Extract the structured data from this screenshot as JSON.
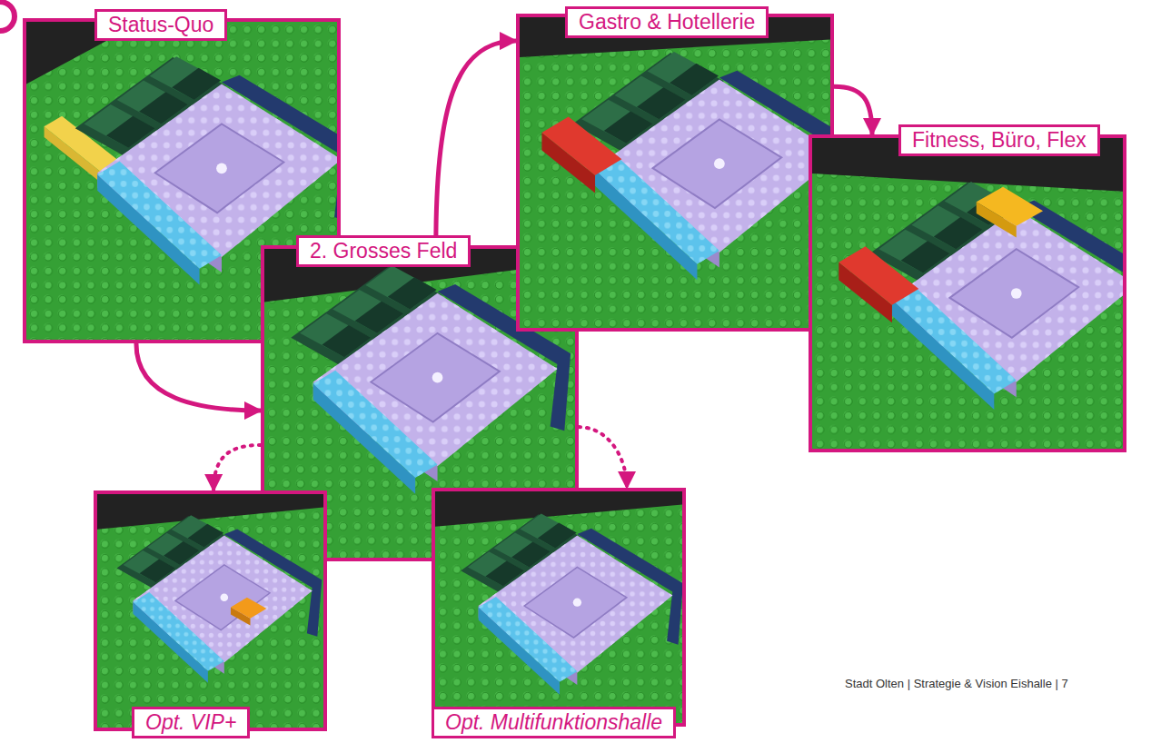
{
  "diagram": {
    "nodes": [
      {
        "text": [
          "Status-Quo"
        ]
      },
      {
        "text": [
          "Gastro & Hotellerie"
        ]
      },
      {
        "text": [
          "Fitness, Büro, Flex"
        ]
      },
      {
        "text": [
          "2. Grosses Feld"
        ]
      },
      {
        "text": [
          "Opt. VIP+"
        ]
      },
      {
        "text": [
          "Opt. Multifunktionshalle"
        ]
      }
    ],
    "edges": [
      {
        "from": 0,
        "to": 3,
        "arrow": "to"
      },
      {
        "from": 3,
        "to": 1,
        "arrow": "to"
      },
      {
        "from": 1,
        "to": 2,
        "arrow": "to"
      },
      {
        "from": 3,
        "to": 4,
        "arrow": "to"
      },
      {
        "from": 3,
        "to": 5,
        "arrow": "to"
      }
    ],
    "labels": [
      "Stadt Olten | Strategie & Vision Eishalle | 7"
    ]
  }
}
